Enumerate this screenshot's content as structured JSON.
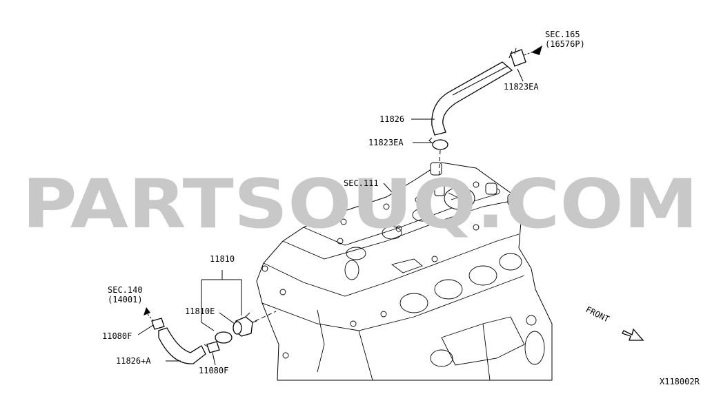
{
  "watermark": "PARTSOUQ.COM",
  "diagram_id": "X118002R",
  "front_label": "FRONT",
  "labels": {
    "sec165": "SEC.165",
    "sec165_sub": "(16576P)",
    "clamp_top": "11823EA",
    "hose_main": "11826",
    "clamp_lower": "11823EA",
    "sec111": "SEC.111",
    "valve_assy": "11810",
    "valve_e": "11810E",
    "sec140": "SEC.140",
    "sec140_sub": "(14001)",
    "clamp_left": "11080F",
    "hose_small": "11826+A",
    "clamp_bottom": "11080F"
  }
}
